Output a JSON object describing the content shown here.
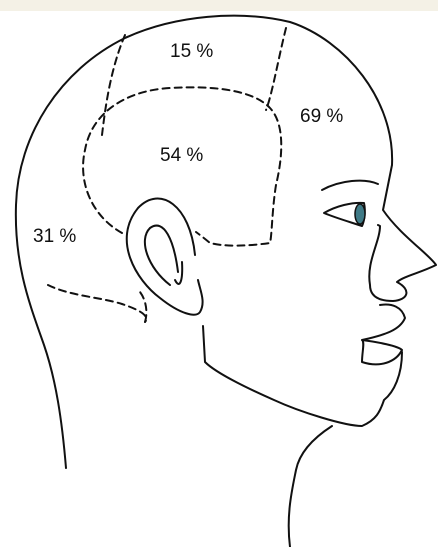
{
  "colors": {
    "background": "#ffffff",
    "top_strip": "#f4f1e6",
    "line": "#111111",
    "iris": "#3f7a86"
  },
  "labels": {
    "frontal": "15 %",
    "anterior": "69 %",
    "temporal": "54 %",
    "occipital": "31 %"
  }
}
